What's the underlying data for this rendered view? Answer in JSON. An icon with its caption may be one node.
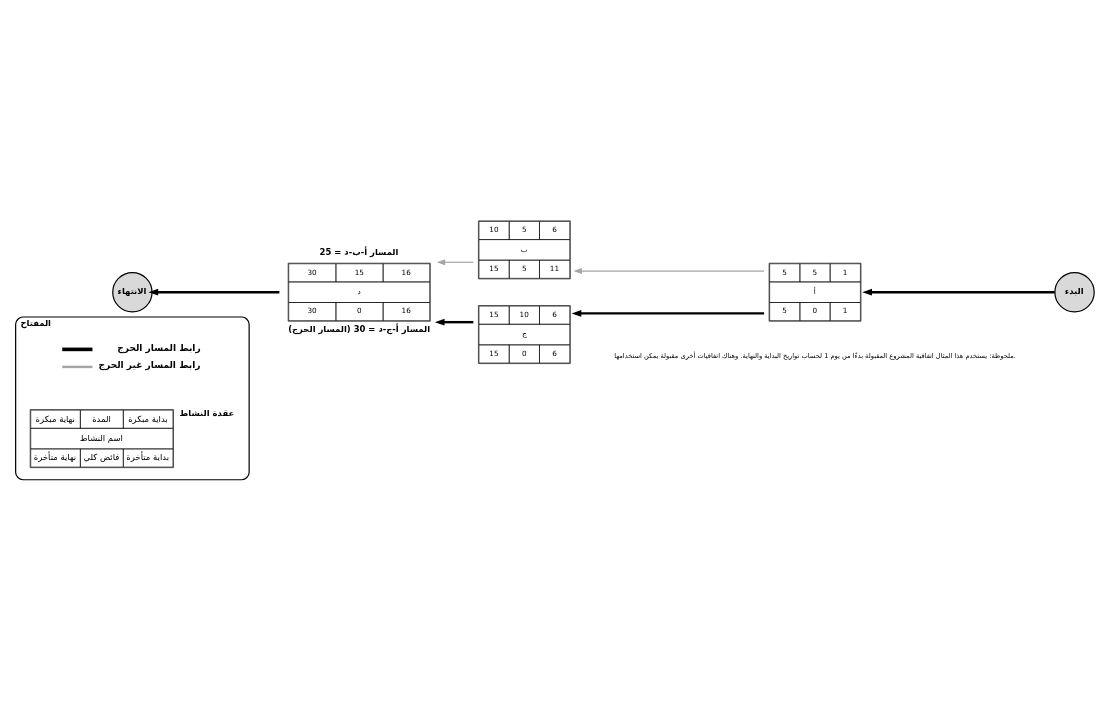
{
  "diagram": {
    "nodes": [
      {
        "text": [
          "البدء"
        ]
      },
      {
        "text": [
          "5",
          "5",
          "1",
          "أ",
          "5",
          "0",
          "1"
        ]
      },
      {
        "text": [
          "10",
          "5",
          "6",
          "ب",
          "15",
          "5",
          "11"
        ]
      },
      {
        "text": [
          "15",
          "10",
          "6",
          "ج",
          "15",
          "0",
          "6"
        ]
      },
      {
        "text": [
          "30",
          "15",
          "16",
          "د",
          "30",
          "0",
          "16"
        ],
        "beside": [
          "المسار أ-ب-د = 25",
          "المسار أ-ج-د = 30 (المسار الحرج)"
        ]
      },
      {
        "text": [
          "الانتهاء"
        ]
      },
      {
        "text": [
          "المفتاح"
        ]
      },
      {
        "text": [
          "نهاية مبكرة",
          "المدة",
          "بداية مبكرة",
          "اسم النشاط",
          "نهاية متأخرة",
          "فائض كلي",
          "بداية متأخرة"
        ],
        "in": 6,
        "beside": [
          "عقدة النشاط"
        ]
      }
    ],
    "edges": [
      {
        "from": 0,
        "to": 1,
        "arrow": "to"
      },
      {
        "from": 1,
        "to": 2,
        "arrow": "to",
        "color": "#a6a6a6"
      },
      {
        "from": 1,
        "to": 3,
        "arrow": "to"
      },
      {
        "from": 2,
        "to": 4,
        "arrow": "to",
        "color": "#a6a6a6"
      },
      {
        "from": 3,
        "to": 4,
        "arrow": "to"
      },
      {
        "from": 4,
        "to": 5,
        "arrow": "to"
      }
    ],
    "labels": [
      "ملحوظة: يستخدم هذا المثال اتفاقية المشروع المقبولة بدءًا من يوم 1 لحساب تواريخ البداية والنهاية. وهناك اتفاقيات أخرى مقبولة يمكن استخدامها."
    ],
    "legend": [
      {
        "text": "رابط المسار الحرج"
      },
      {
        "text": "رابط المسار غير الحرج"
      }
    ]
  }
}
